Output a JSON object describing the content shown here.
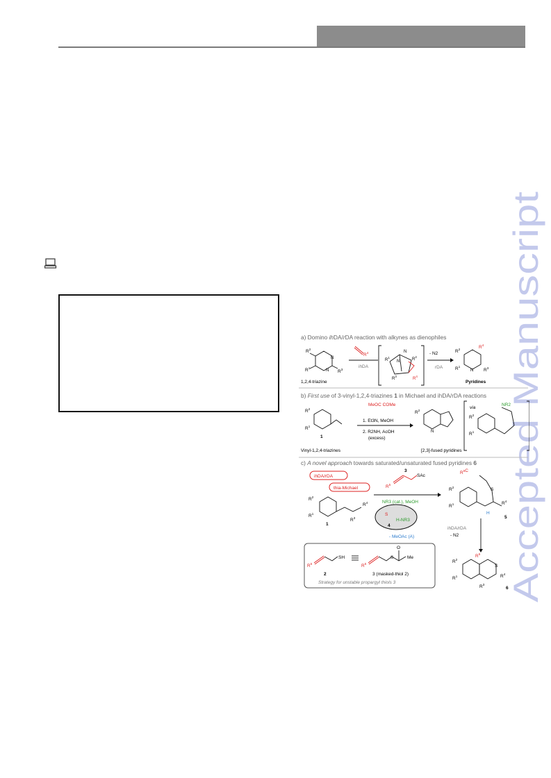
{
  "watermark": {
    "text": "Accepted Manuscript"
  },
  "scheme": {
    "panel_a": {
      "header": {
        "prefix": "a) Domino ",
        "ih": "ih",
        "da1": "DA/",
        "r": "r",
        "da2": "DA reaction with alkynes as dienophiles"
      },
      "reactant_label": "1,2,4-triazine",
      "step1_label": "ihDA",
      "step2_top": "- N2",
      "step2_label": "rDA",
      "product_label": "Pyridines"
    },
    "panel_b": {
      "header": {
        "prefix": "b) ",
        "italic": "First use",
        "mid": " of 3-vinyl-1,2,4-triazines ",
        "num": "1",
        "tail": " in Michael and ihDA/rDA reactions"
      },
      "reagent_top": "MeOC   COMe",
      "cond1": "1. Et3N, MeOH",
      "cond2": "2. R2NH, AcOH",
      "cond3": "(excess)",
      "reactant_label": "Vinyl-1,2,4-triazines",
      "compound_num": "1",
      "product_label": "[2,3]-fused pyridines",
      "via": "via",
      "nr2": "NR2"
    },
    "panel_c": {
      "header": {
        "prefix": "c) ",
        "italic": "A novel approach",
        "tail": " towards saturated/unsaturated fused pyridines ",
        "num": "6"
      },
      "bubble1": "ihDA/rDA",
      "bubble2": "thia-Michael",
      "reagent_num": "3",
      "reagent_sac": "SAc",
      "cond_base": "NR3 (cat.), MeOH",
      "cycle_num": "4",
      "cycle_hnr": "H-NR3",
      "cycle_out": "- MeOAc (A)",
      "compound_1": "1",
      "compound_5": "5",
      "step_label": "ihDA/rDA",
      "step_n2": "- N2",
      "compound_6": "6",
      "box": {
        "thiol_num": "2",
        "masked_label": "3 (masked-thiol 2)",
        "me": "Me",
        "caption": "Strategy for unstable propargyl thiols 3"
      }
    }
  }
}
